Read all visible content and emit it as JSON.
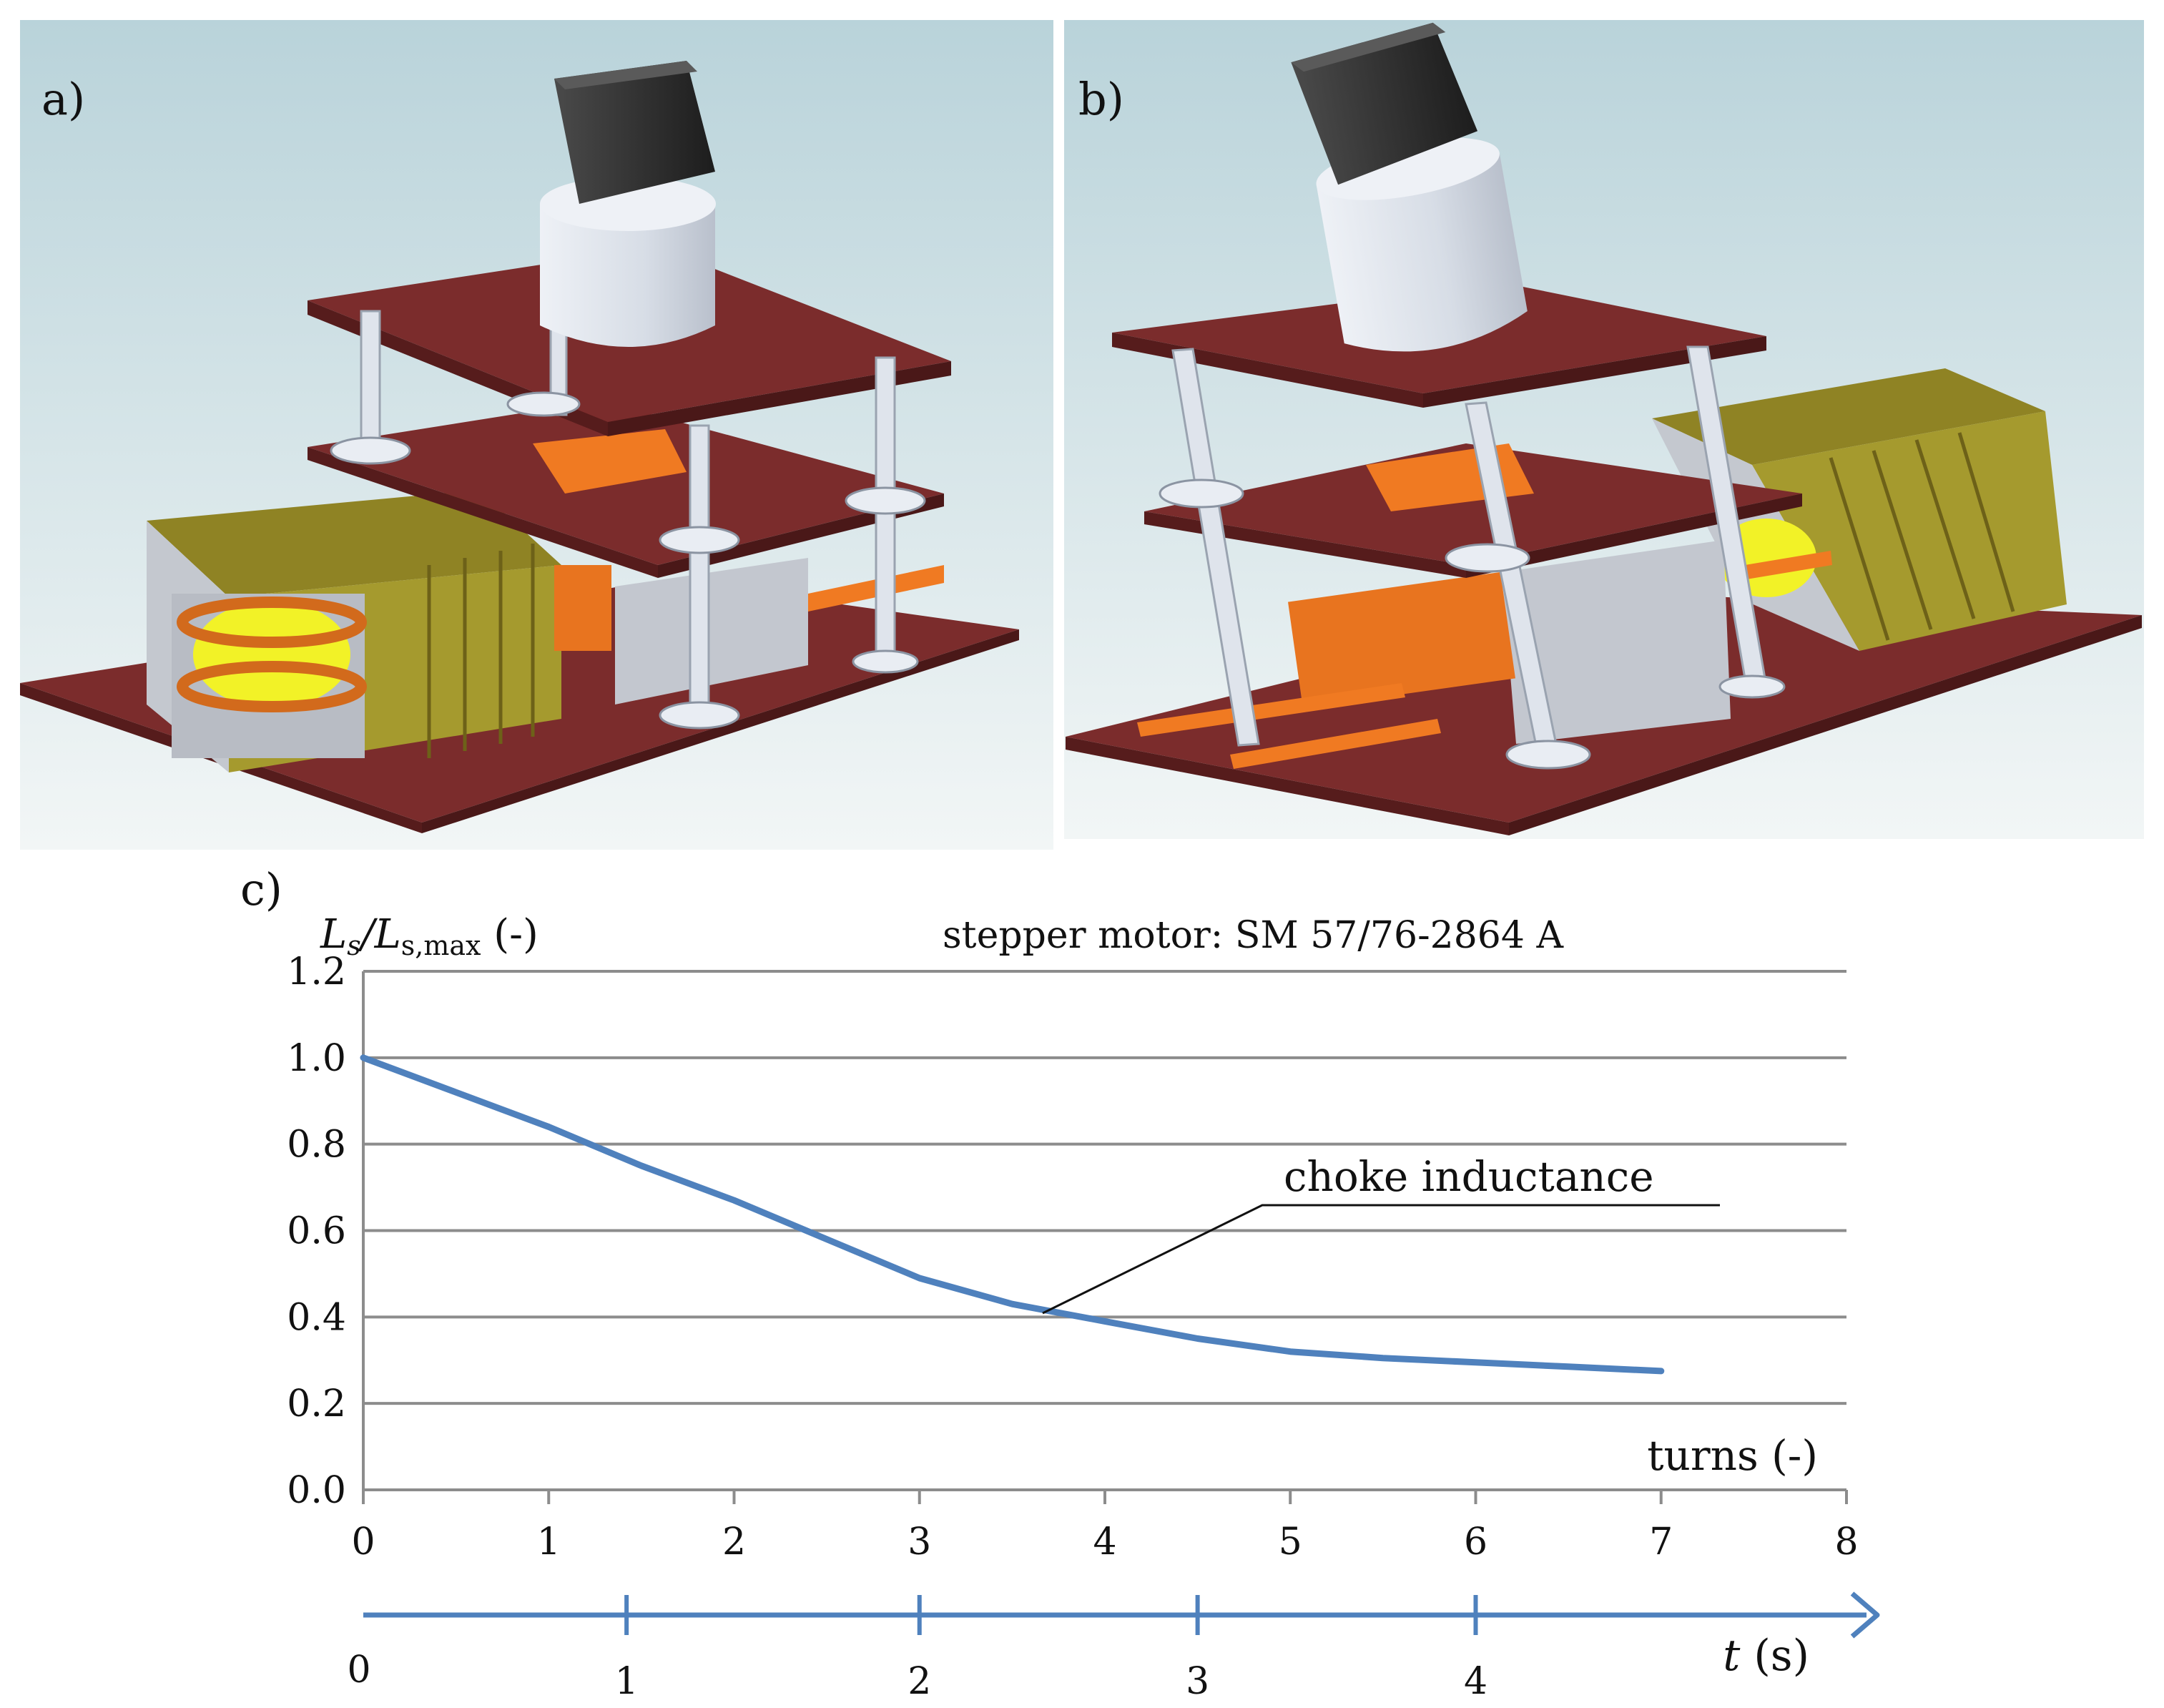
{
  "panels": {
    "a": {
      "label": "a)"
    },
    "b": {
      "label": "b)"
    },
    "c": {
      "label": "c)"
    }
  },
  "colors": {
    "plate": "#7a2b2b",
    "plate_edge": "#5a1d1d",
    "motor": "#2e2e2e",
    "sleeve": "#dfe4ec",
    "core": "#b9bec7",
    "winding_yellow": "#f2f227",
    "copper": "#f07a22",
    "lamination": "#9c8b2a",
    "background_render": "#d6e7ee",
    "series_line": "#4f81bd",
    "grid": "#8c8c8c"
  },
  "chart_data": {
    "type": "line",
    "title": "stepper motor:  SM 57/76-2864 A",
    "ylabel": {
      "main": "L",
      "sub1": "s",
      "slash": "/L",
      "sub2": "s,max",
      "unit": " (-)"
    },
    "xlabel": "turns (-)",
    "ylim": [
      0.0,
      1.2
    ],
    "xlim": [
      0,
      8
    ],
    "yticks": [
      "0.0",
      "0.2",
      "0.4",
      "0.6",
      "0.8",
      "1.0",
      "1.2"
    ],
    "xticks": [
      "0",
      "1",
      "2",
      "3",
      "4",
      "5",
      "6",
      "7",
      "8"
    ],
    "grid": true,
    "series": [
      {
        "name": "choke inductance",
        "x": [
          0,
          0.5,
          1,
          1.5,
          2,
          2.5,
          3,
          3.5,
          4,
          4.5,
          5,
          5.5,
          6,
          6.5,
          7
        ],
        "y": [
          1.0,
          0.92,
          0.84,
          0.75,
          0.67,
          0.58,
          0.49,
          0.43,
          0.39,
          0.35,
          0.32,
          0.305,
          0.295,
          0.285,
          0.275
        ]
      }
    ],
    "annotation": "choke inductance",
    "time_axis": {
      "label_italic": "t",
      "label_unit": " (s)",
      "ticks": [
        "0",
        "1",
        "2",
        "3",
        "4"
      ],
      "tick_turns": [
        0,
        1.42,
        3.0,
        4.5,
        6.0
      ]
    }
  }
}
